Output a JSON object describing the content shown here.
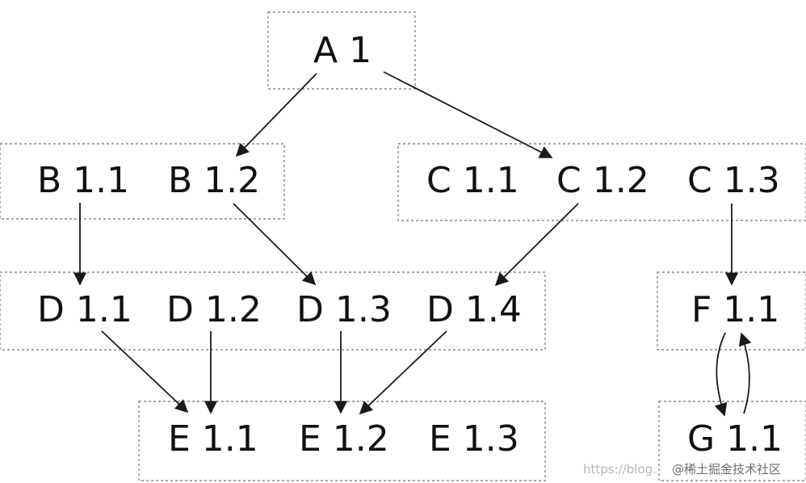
{
  "nodes": {
    "a1": "A 1",
    "b11": "B 1.1",
    "b12": "B 1.2",
    "c11": "C 1.1",
    "c12": "C 1.2",
    "c13": "C 1.3",
    "d11": "D 1.1",
    "d12": "D 1.2",
    "d13": "D 1.3",
    "d14": "D 1.4",
    "f11": "F 1.1",
    "e11": "E 1.1",
    "e12": "E 1.2",
    "e13": "E 1.3",
    "g11": "G 1.1"
  },
  "edges": [
    {
      "from": "A 1",
      "to": "B 1.2"
    },
    {
      "from": "A 1",
      "to": "C 1.2"
    },
    {
      "from": "B 1.1",
      "to": "D 1.1"
    },
    {
      "from": "B 1.2",
      "to": "D 1.3"
    },
    {
      "from": "C 1.2",
      "to": "D 1.4"
    },
    {
      "from": "C 1.3",
      "to": "F 1.1"
    },
    {
      "from": "D 1.1",
      "to": "E 1.1"
    },
    {
      "from": "D 1.2",
      "to": "E 1.1"
    },
    {
      "from": "D 1.3",
      "to": "E 1.2"
    },
    {
      "from": "D 1.4",
      "to": "E 1.2"
    },
    {
      "from": "F 1.1",
      "to": "G 1.1"
    },
    {
      "from": "G 1.1",
      "to": "F 1.1"
    }
  ],
  "watermark": {
    "url_text": "https://blog.",
    "site_text": "@稀土掘金技术社区"
  },
  "colors": {
    "box_border": "#8a8a8a",
    "text": "#111111",
    "edge": "#1a1a1a"
  }
}
